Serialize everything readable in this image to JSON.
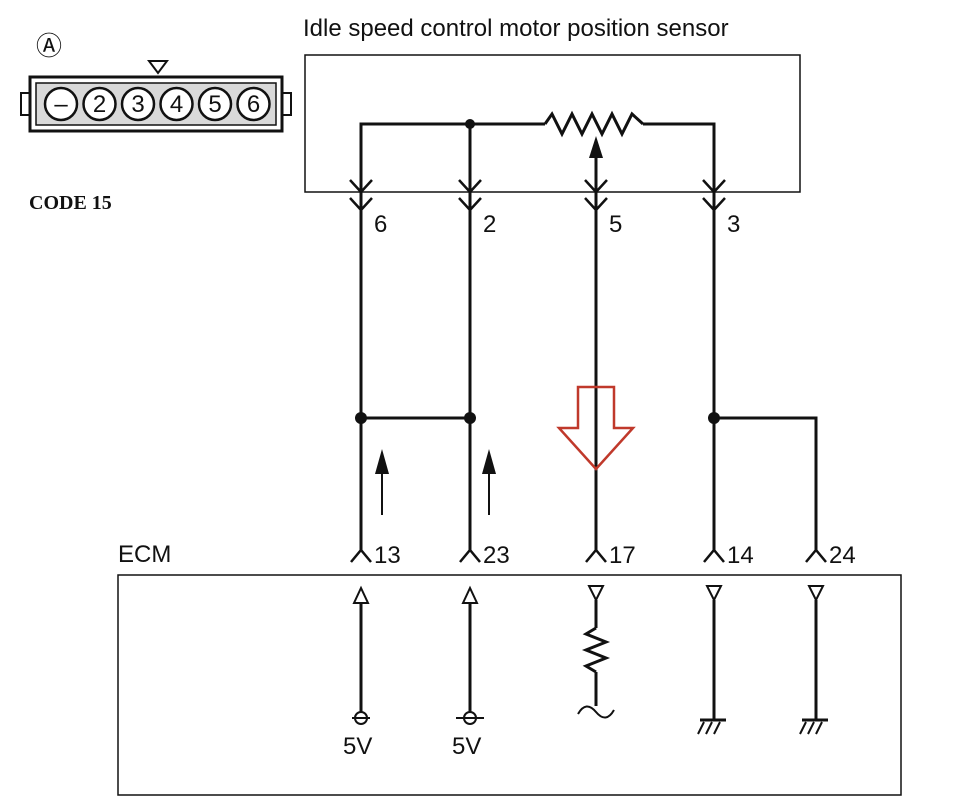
{
  "connector": {
    "label": "Ⓐ",
    "pins": [
      "–",
      "2",
      "3",
      "4",
      "5",
      "6"
    ]
  },
  "code_label": "CODE 15",
  "sensor": {
    "title": "Idle speed control motor position sensor",
    "terminals": [
      "6",
      "2",
      "5",
      "3"
    ]
  },
  "ecm": {
    "label": "ECM",
    "terminals": [
      "13",
      "23",
      "17",
      "14",
      "24"
    ],
    "supply_labels": [
      "5V",
      "5V"
    ]
  },
  "colors": {
    "ink": "#111111",
    "highlight_arrow": "#c0392b"
  }
}
